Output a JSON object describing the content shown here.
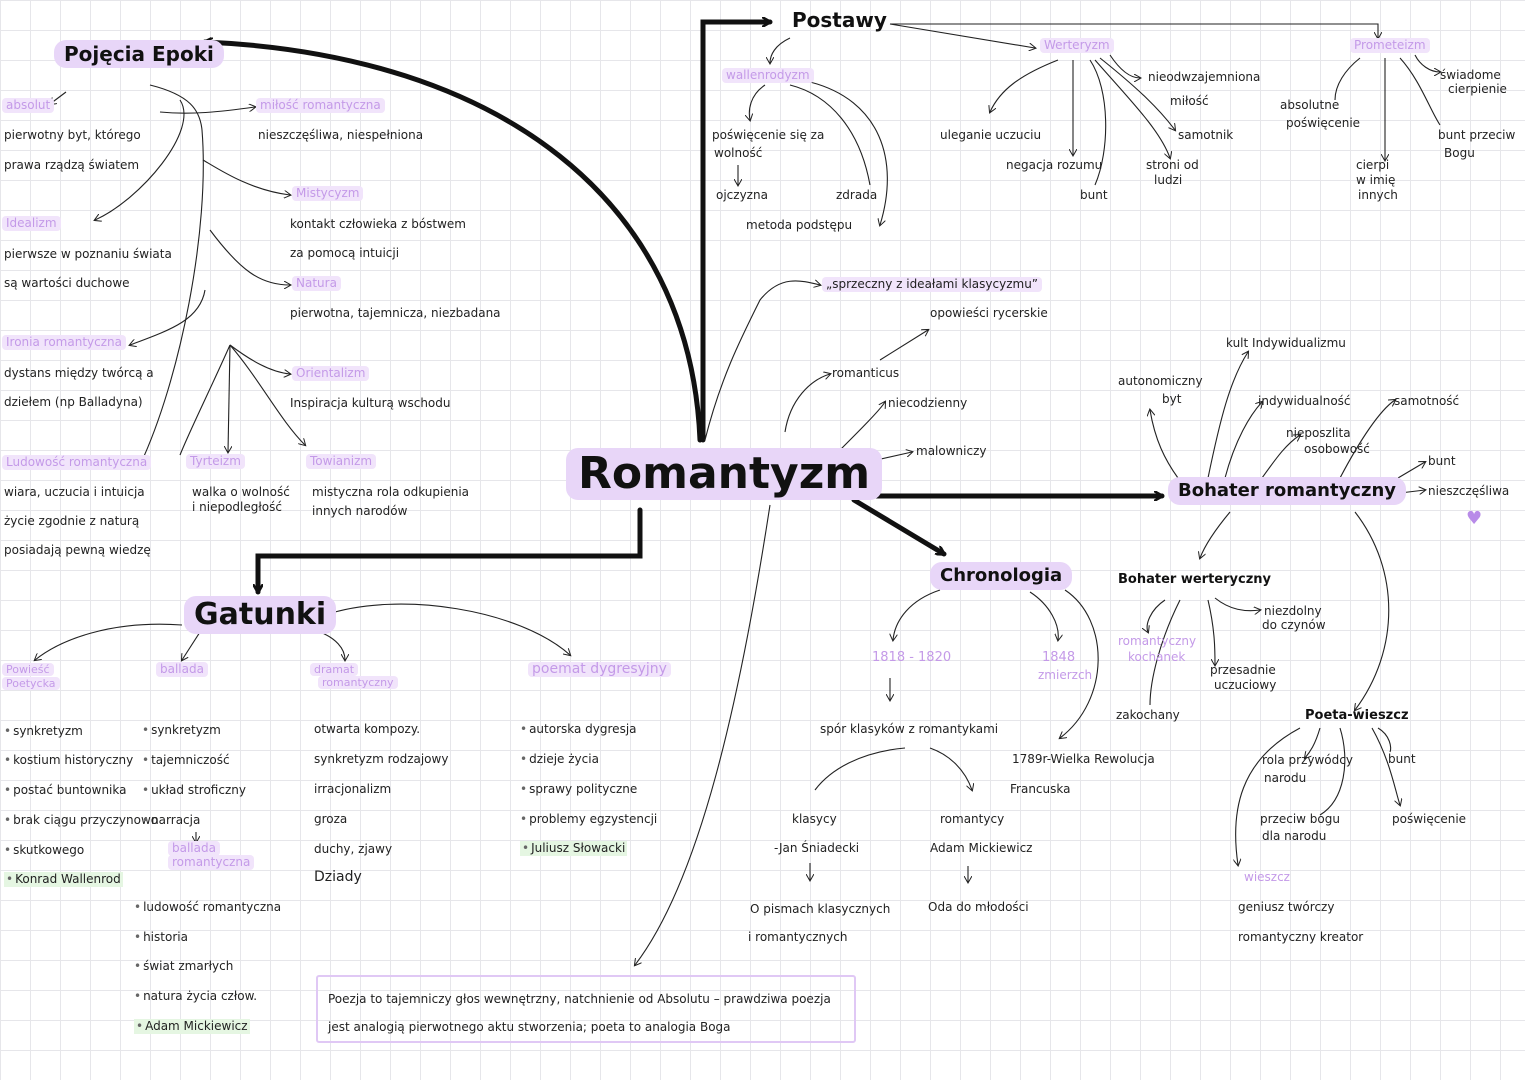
{
  "center": "Romantyzm",
  "epoka": {
    "title": "Pojęcia Epoki",
    "absolut": {
      "label": "absolut",
      "d1": "pierwotny byt, którego",
      "d2": "prawa rządzą światem"
    },
    "idealizm": {
      "label": "Idealizm",
      "d1": "pierwsze w poznaniu świata",
      "d2": "są wartości duchowe"
    },
    "ironia": {
      "label": "Ironia romantyczna",
      "d1": "dystans między twórcą a",
      "d2": "dziełem (np Balladyna)"
    },
    "ludowosc": {
      "label": "Ludowość romantyczna",
      "d1": "wiara, uczucia i intuicja",
      "d2": "życie zgodnie z naturą",
      "d3": "posiadają pewną wiedzę"
    },
    "milosc": {
      "label": "miłość romantyczna",
      "d1": "nieszczęśliwa, niespełniona"
    },
    "mistycyzm": {
      "label": "Mistycyzm",
      "d1": "kontakt człowieka z bóstwem",
      "d2": "za pomocą intuicji"
    },
    "natura": {
      "label": "Natura",
      "d1": "pierwotna, tajemnicza, niezbadana"
    },
    "orientalizm": {
      "label": "Orientalizm",
      "d1": "Inspiracja kulturą wschodu"
    },
    "tyrteizm": {
      "label": "Tyrteizm",
      "d1": "walka o wolność",
      "d2": "i niepodległość"
    },
    "towianizm": {
      "label": "Towianizm",
      "d1": "mistyczna rola odkupienia",
      "d2": "innych narodów"
    }
  },
  "postawy": {
    "title": "Postawy",
    "wallenrodyzm": {
      "label": "wallenrodyzm",
      "c1": "poświęcenie się za",
      "c2": "wolność",
      "c3": "ojczyzna",
      "c4": "zdrada",
      "c5": "metoda podstępu"
    },
    "werteryzm": {
      "label": "Werteryzm",
      "c1": "uleganie uczuciu",
      "c2": "negacja rozumu",
      "c3": "bunt",
      "c4": "stroni od",
      "c5": "ludzi",
      "c6": "samotnik",
      "c7": "nieodwzajemniona",
      "c8": "miłość"
    },
    "prometeizm": {
      "label": "Prometeizm",
      "c1": "absolutne",
      "c2": "poświęcenie",
      "c3": "cierpi",
      "c4": "w imię",
      "c5": "innych",
      "c6": "bunt przeciw",
      "c7": "Bogu",
      "c8": "świadome",
      "c9": "cierpienie"
    }
  },
  "center_branch": {
    "c1": "„sprzeczny z ideałami klasycyzmu”",
    "c2": "opowieści rycerskie",
    "c3": "romanticus",
    "c4": "niecodzienny",
    "c5": "malowniczy"
  },
  "bohater": {
    "title": "Bohater romantyczny",
    "b1": "kult Indywidualizmu",
    "b2": "autonomiczny",
    "b3": "byt",
    "b4": "indywidualność",
    "b5": "samotność",
    "b6": "nieposzlita",
    "b7": "osobowość",
    "b8": "bunt",
    "b9": "nieszczęśliwa",
    "werteryczny": {
      "title": "Bohater werteryczny",
      "c1": "romantyczny",
      "c2": "kochanek",
      "c3": "zakochany",
      "c4": "przesadnie",
      "c5": "uczuciowy",
      "c6": "niezdolny",
      "c7": "do czynów"
    },
    "poeta": {
      "title": "Poeta-wieszcz",
      "c1": "rola przywódcy",
      "c2": "narodu",
      "c3": "bunt",
      "c4": "przeciw bogu",
      "c5": "dla narodu",
      "c6": "poświęcenie",
      "c7": "wieszcz",
      "c8": "geniusz twórczy",
      "c9": "romantyczny kreator"
    }
  },
  "chronologia": {
    "title": "Chronologia",
    "d1": "1818 - 1820",
    "d2": "1848",
    "d3": "zmierzch",
    "spor": "spór klasyków z romantykami",
    "rew1": "1789r-Wielka Rewolucja",
    "rew2": "Francuska",
    "klasycy": "klasycy",
    "jan": "-Jan Śniadecki",
    "o1": "O pismach klasycznych",
    "o2": "i romantycznych",
    "romantycy": "romantycy",
    "adam": "Adam Mickiewicz",
    "oda": "Oda do młodości"
  },
  "gatunki": {
    "title": "Gatunki",
    "powiesc": {
      "l1": "Powieść",
      "l2": "Poetycka",
      "items": [
        "synkretyzm",
        "kostium historyczny",
        "postać buntownika",
        "brak ciągu przyczynowo",
        "skutkowego"
      ],
      "work": "Konrad Wallenrod"
    },
    "ballada": {
      "label": "ballada",
      "items": [
        "synkretyzm",
        "tajemniczość",
        "układ stroficzny",
        "narracja"
      ],
      "sub1": "ballada",
      "sub2": "romantyczna",
      "sub_items": [
        "ludowość romantyczna",
        "historia",
        "świat zmarłych",
        "natura życia człow."
      ],
      "work": "Adam Mickiewicz"
    },
    "dramat": {
      "l1": "dramat",
      "l2": "romantyczny",
      "items": [
        "otwarta kompozy.",
        "synkretyzm rodzajowy",
        "irracjonalizm",
        "groza",
        "duchy, zjawy"
      ],
      "work": "Dziady"
    },
    "poemat": {
      "label": "poemat dygresyjny",
      "items": [
        "autorska dygresja",
        "dzieje życia",
        "sprawy polityczne",
        "problemy egzystencji"
      ],
      "work": "Juliusz Słowacki"
    }
  },
  "quote": {
    "l1": "Poezja to tajemniczy głos wewnętrzny, natchnienie od Absolutu – prawdziwa poezja",
    "l2": "jest analogią pierwotnego aktu stworzenia; poeta to analogia Boga"
  },
  "colors": {
    "accent": "#c49ae8",
    "highlight": "#e8d6f8",
    "grid": "#e6e6ea"
  }
}
